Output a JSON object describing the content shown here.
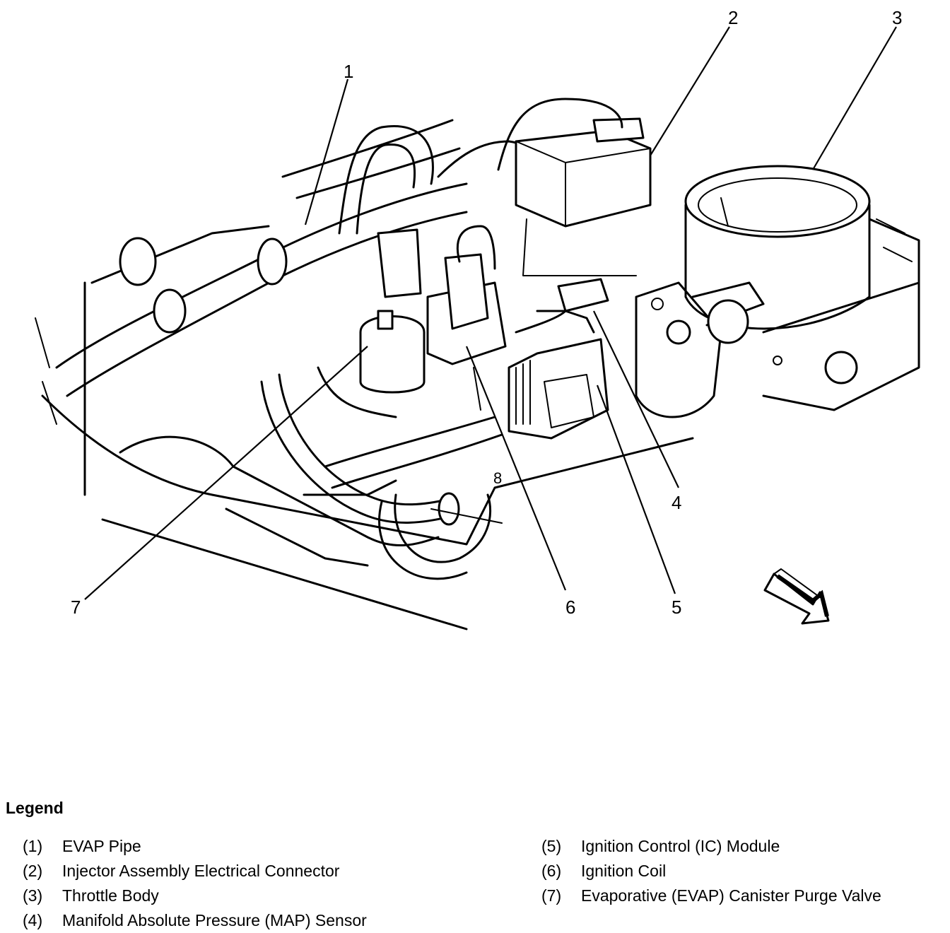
{
  "callouts": [
    {
      "id": "1",
      "label": "1"
    },
    {
      "id": "2",
      "label": "2"
    },
    {
      "id": "3",
      "label": "3"
    },
    {
      "id": "4",
      "label": "4"
    },
    {
      "id": "5",
      "label": "5"
    },
    {
      "id": "6",
      "label": "6"
    },
    {
      "id": "7",
      "label": "7"
    },
    {
      "id": "8",
      "label": "8"
    }
  ],
  "legend": {
    "title": "Legend",
    "items": [
      {
        "num": "(1)",
        "text": "EVAP Pipe"
      },
      {
        "num": "(2)",
        "text": "Injector Assembly Electrical Connector"
      },
      {
        "num": "(3)",
        "text": "Throttle Body"
      },
      {
        "num": "(4)",
        "text": "Manifold Absolute Pressure (MAP) Sensor"
      },
      {
        "num": "(5)",
        "text": "Ignition Control (IC) Module"
      },
      {
        "num": "(6)",
        "text": "Ignition Coil"
      },
      {
        "num": "(7)",
        "text": "Evaporative (EVAP) Canister Purge Valve"
      }
    ]
  },
  "icons": {
    "view_arrow": "arrow-down-right-icon"
  }
}
